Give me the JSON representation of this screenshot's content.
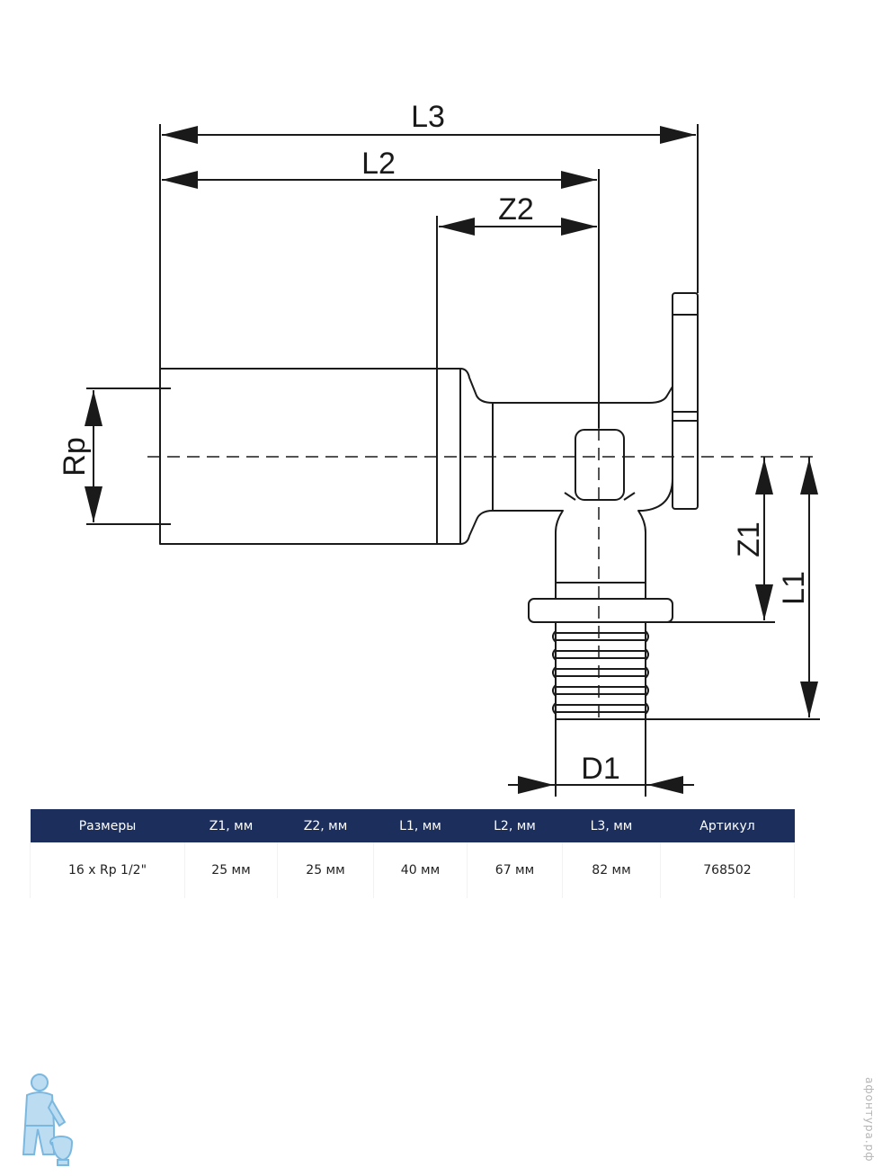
{
  "drawing": {
    "dimension_labels": {
      "l3": "L3",
      "l2": "L2",
      "z2": "Z2",
      "rp": "Rp",
      "z1": "Z1",
      "l1": "L1",
      "d1": "D1"
    }
  },
  "table": {
    "headers": [
      "Размеры",
      "Z1, мм",
      "Z2, мм",
      "L1, мм",
      "L2, мм",
      "L3, мм",
      "Артикул"
    ],
    "rows": [
      [
        "16 x Rp 1/2\"",
        "25 мм",
        "25 мм",
        "40 мм",
        "67 мм",
        "82 мм",
        "768502"
      ]
    ]
  },
  "watermark": "афонтура.рф",
  "colors": {
    "header_bg": "#1b2e5c",
    "header_text": "#ffffff",
    "line": "#1a1a1a",
    "logo": "#7ab8e0"
  }
}
